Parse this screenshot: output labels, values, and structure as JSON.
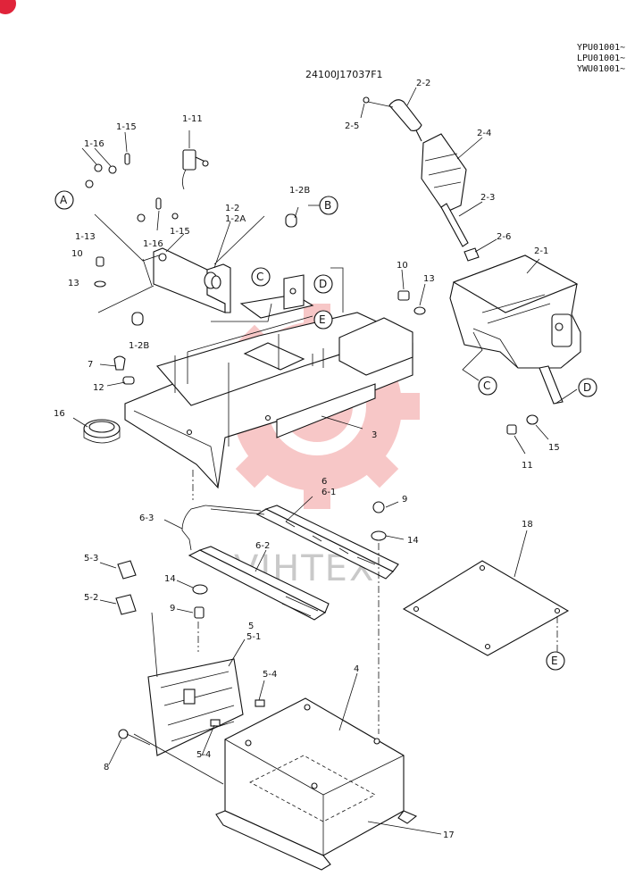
{
  "header": {
    "serials": [
      "YPU01001~",
      "LPU01001~",
      "YWU01001~"
    ],
    "drawing_code": "24100J17037F1"
  },
  "watermark": {
    "text": "VIHTEX"
  },
  "callouts": {
    "A": "A",
    "B": "B",
    "C": "C",
    "D": "D",
    "E": "E"
  },
  "labels": {
    "l1_15a": "1-15",
    "l1_16a": "1-16",
    "l1_13": "1-13",
    "l1_11": "1-11",
    "l1_2": "1-2",
    "l1_2a": "1-2A",
    "l1_2b_top": "1-2B",
    "l1_15b": "1-15",
    "l1_16b": "1-16",
    "l10_left": "10",
    "l13_left": "13",
    "l1_2b_low": "1-2B",
    "l7": "7",
    "l12": "12",
    "l16": "16",
    "l3": "3",
    "l2_5": "2-5",
    "l2_2": "2-2",
    "l2_4": "2-4",
    "l2_3": "2-3",
    "l2_6": "2-6",
    "l2_1": "2-1",
    "l10_right": "10",
    "l13_right": "13",
    "l11": "11",
    "l15": "15",
    "l6": "6",
    "l6_1": "6-1",
    "l6_3": "6-3",
    "l6_2": "6-2",
    "l9_top": "9",
    "l14_top": "14",
    "l14_low": "14",
    "l9_low": "9",
    "l18": "18",
    "l5_3": "5-3",
    "l5_2": "5-2",
    "l5": "5",
    "l5_1": "5-1",
    "l5_4a": "5-4",
    "l5_4b": "5-4",
    "l4": "4",
    "l8": "8",
    "l17": "17"
  },
  "corner_badge": {
    "color": "#e0243a"
  },
  "watermark_color": "#f08a8a"
}
